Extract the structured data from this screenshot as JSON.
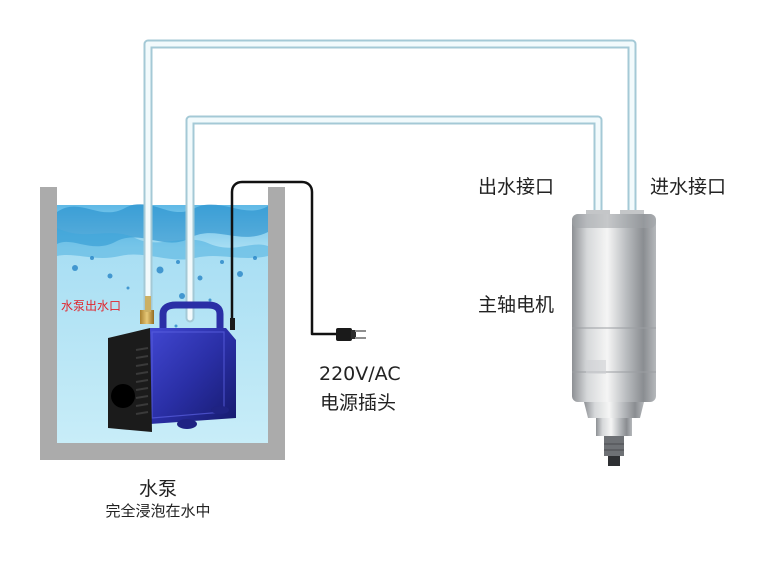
{
  "labels": {
    "pump_outlet": "水泵出水口",
    "pump": "水泵",
    "pump_note": "完全浸泡在水中",
    "power_voltage": "220V/AC",
    "power_plug": "电源插头",
    "outlet_port": "出水接口",
    "inlet_port": "进水接口",
    "spindle_motor": "主轴电机"
  },
  "colors": {
    "tank_wall": "#a9a9a9",
    "water": "#c3ebf8",
    "wave": "#1e88c9",
    "pipe_outline": "#a4c9d6",
    "pump_body": "#2a2fa6",
    "pump_cover": "#1b1b1b",
    "label_red": "#e1262d",
    "cable": "#111111"
  },
  "icons": {
    "pump": "water-pump-icon",
    "spindle": "spindle-motor-icon",
    "plug": "power-plug-icon"
  }
}
